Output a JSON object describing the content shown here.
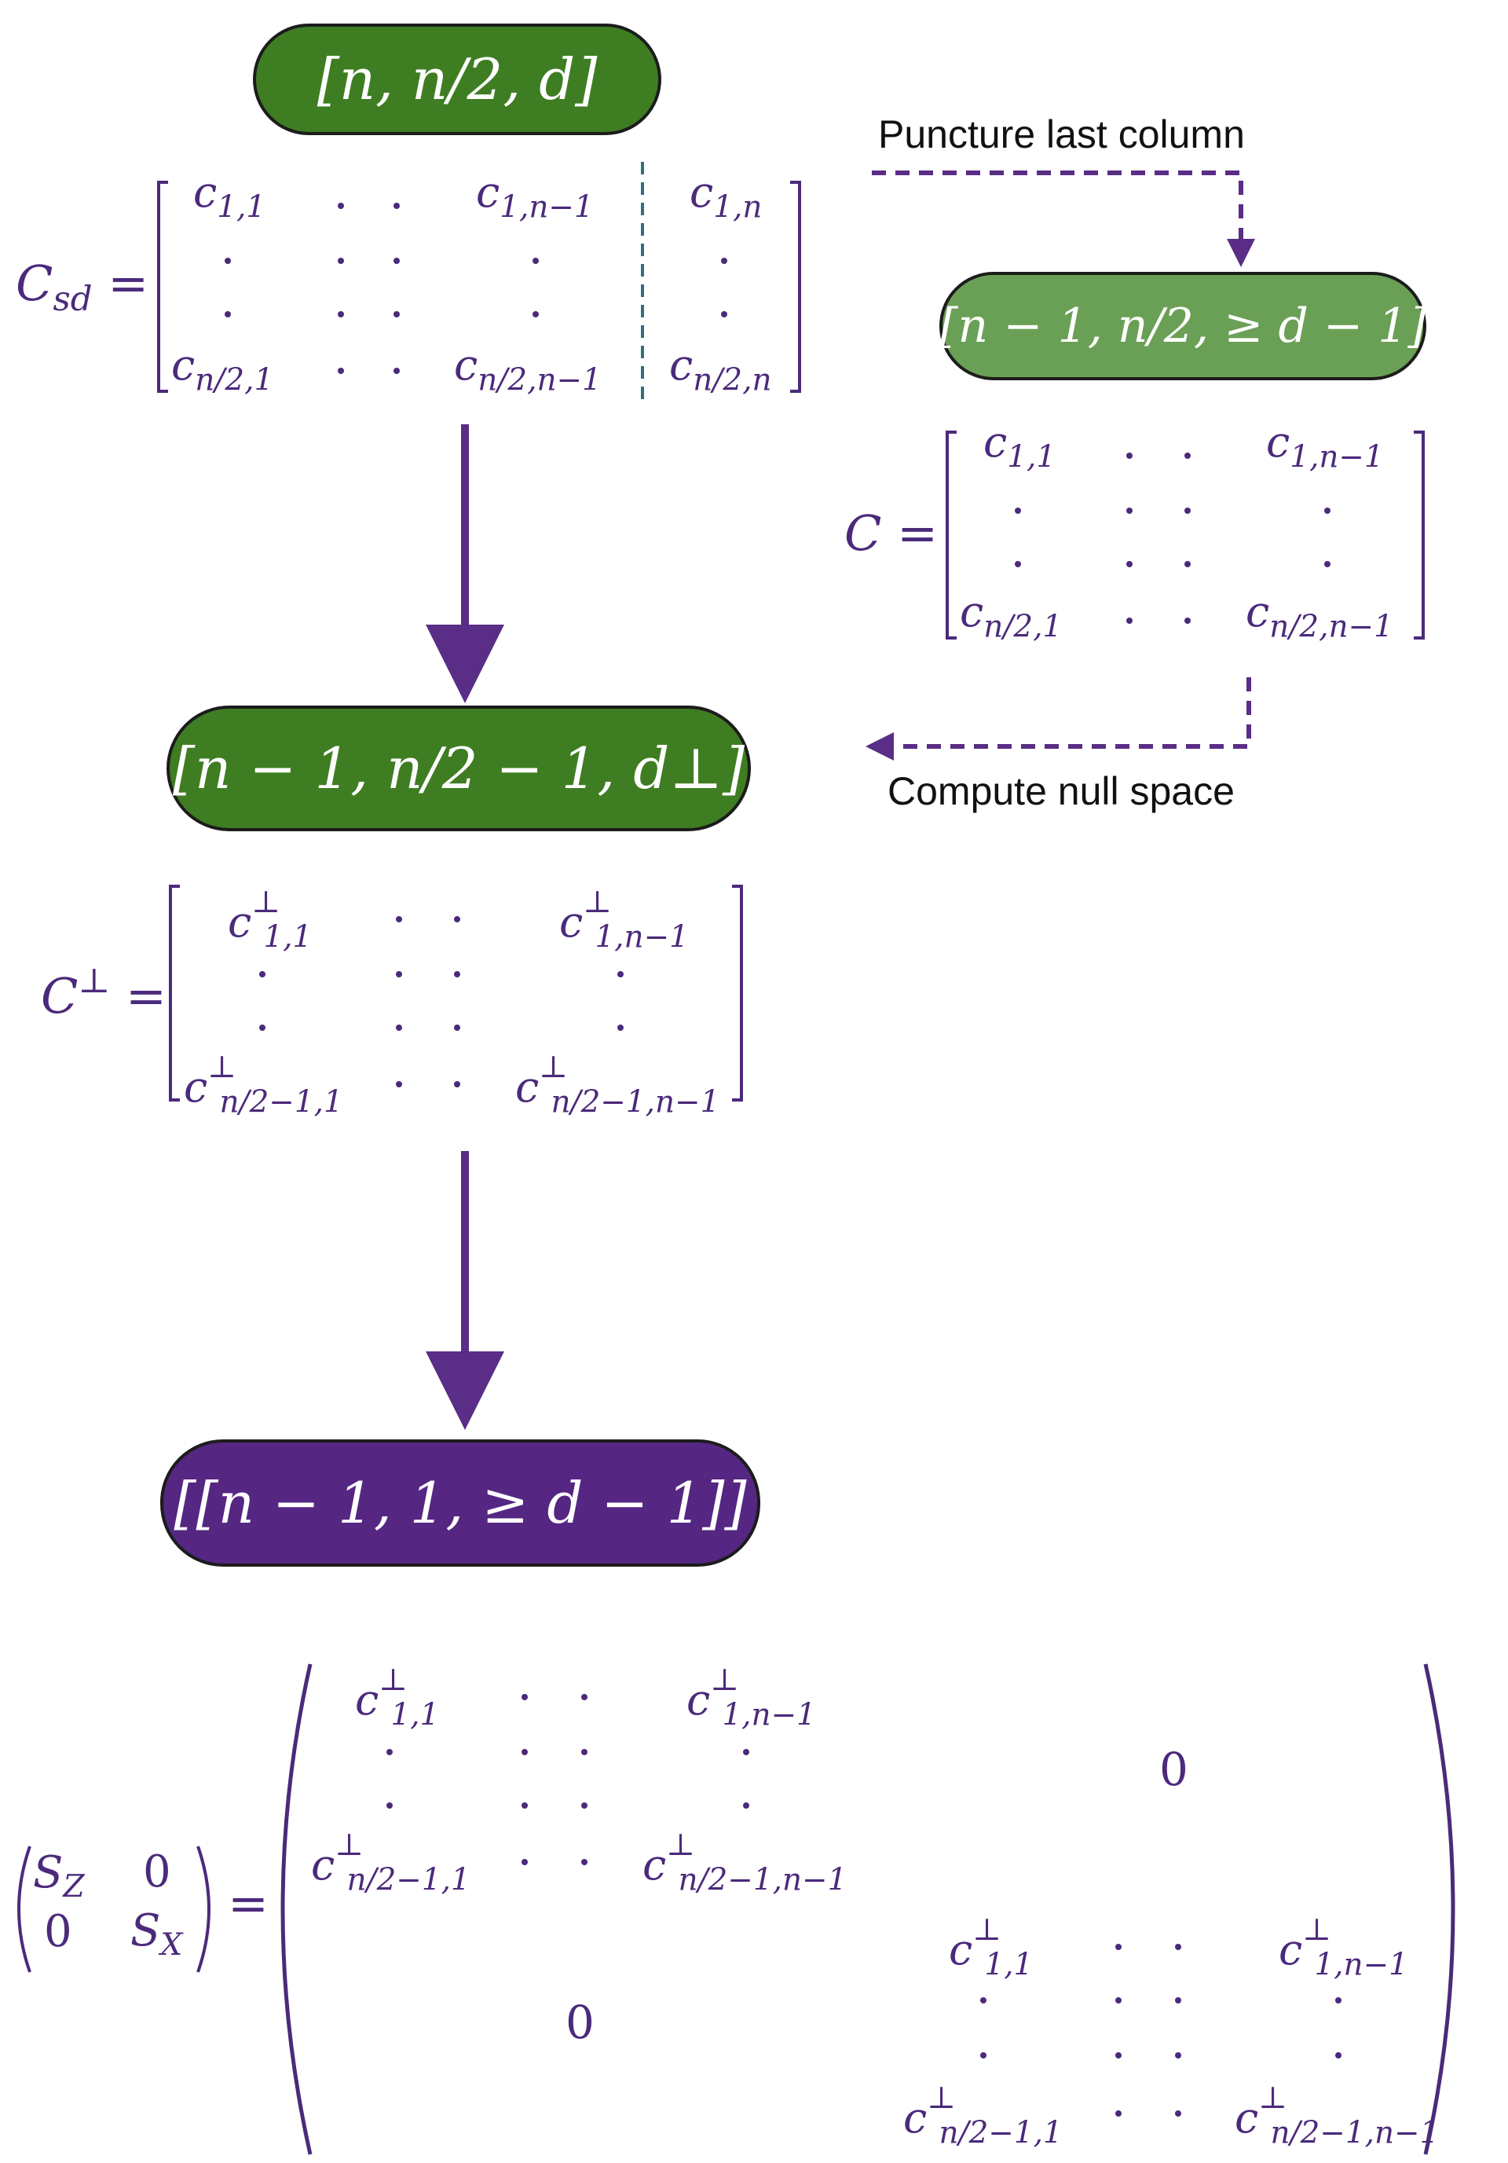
{
  "pill_top": "[n, n/2, d]",
  "pill_punctured": "[n − 1, n/2, ≥ d − 1]",
  "pill_dual": "[n − 1, n/2  − 1, d⊥]",
  "pill_quantum": "[[n − 1, 1, ≥ d − 1]]",
  "label_puncture": "Puncture last column",
  "label_null": "Compute null space",
  "eq_csd": {
    "base": "C",
    "sub": "sd",
    "rest": " ="
  },
  "eq_c": "C =",
  "eq_cperp": {
    "base": "C",
    "sup": "⊥",
    "rest": " ="
  },
  "stab_matrix": {
    "tl_a": "S",
    "tl_a_sub": "Z",
    "tr": "0",
    "bl": "0",
    "br_a": "S",
    "br_a_sub": "X",
    "eq": "="
  },
  "zero_label": "0",
  "cells": {
    "c11": "1,1",
    "c1n1": "1,n−1",
    "c1n": "1,n",
    "cn21": "n/2,1",
    "cn2n1": "n/2,n−1",
    "cn2n": "n/2,n",
    "perp11": "1,1",
    "perp1n1": "1,n−1",
    "perpn211": "n/2−1,1",
    "perpn21n1": "n/2−1,n−1"
  },
  "colors": {
    "green_dark": "#3f7d22",
    "green_light": "#6aa055",
    "purple_pill": "#552682",
    "purple_text": "#4b2a7b",
    "arrow": "#5a2d86",
    "teal_dash": "#2f6f80"
  }
}
